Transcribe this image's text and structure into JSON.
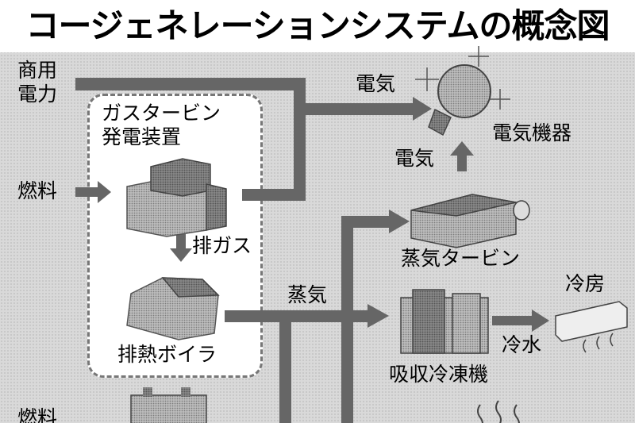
{
  "title": "コージェネレーションシステムの概念図",
  "labels": {
    "commercial_power": "商用\n電力",
    "fuel": "燃料",
    "gas_turbine": "ガスタービン\n発電装置",
    "exhaust_gas": "排ガス",
    "exhaust_boiler": "排熱ボイラ",
    "electricity_top": "電気",
    "electrical_equipment": "電気機器",
    "electricity_mid": "電気",
    "steam_turbine": "蒸気タービン",
    "steam": "蒸気",
    "absorption_chiller": "吸収冷凍機",
    "cold_water": "冷水",
    "cooling": "冷房",
    "fuel_bottom": "燃料"
  },
  "colors": {
    "background": "#d9d9d9",
    "arrow": "#666666",
    "box": "#ffffff",
    "text": "#000000"
  }
}
